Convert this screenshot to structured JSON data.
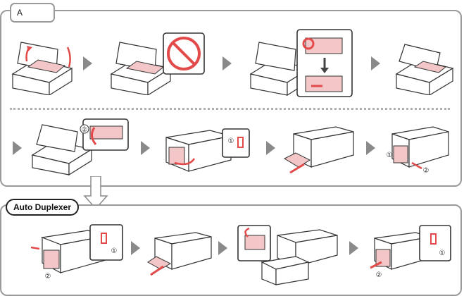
{
  "section_a": {
    "tab_label": "A"
  },
  "section_b": {
    "title": "Auto Duplexer"
  },
  "markers": {
    "one": "①",
    "two": "②"
  },
  "colors": {
    "accent": "#e34a4a",
    "paper": "#f3c7c7",
    "frame": "#9a9a9a",
    "line": "#333333"
  }
}
